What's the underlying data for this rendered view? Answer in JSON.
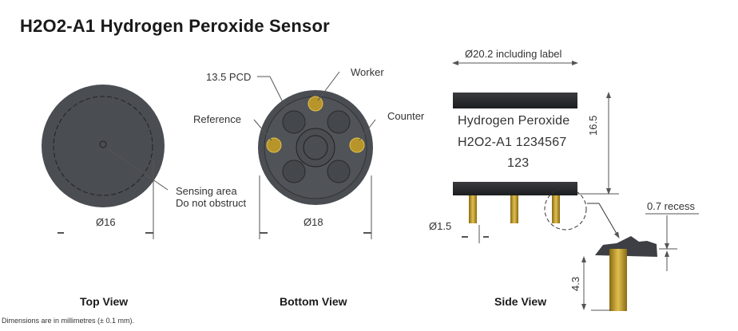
{
  "title": "H2O2-A1 Hydrogen Peroxide Sensor",
  "views": {
    "top": {
      "label": "Top View",
      "diameter": "Ø16",
      "annotation_line1": "Sensing area",
      "annotation_line2": "Do not obstruct"
    },
    "bottom": {
      "label": "Bottom View",
      "diameter": "Ø18",
      "pcd": "13.5 PCD",
      "pins": {
        "worker": "Worker",
        "reference": "Reference",
        "counter": "Counter"
      }
    },
    "side": {
      "label": "Side View",
      "width_dim": "Ø20.2 including label",
      "height_dim": "16.5",
      "pin_dia": "Ø1.5",
      "recess": "0.7 recess",
      "pin_length": "4.3",
      "sensor_label": {
        "line1": "Hydrogen Peroxide",
        "line2": "H2O2-A1 1234567",
        "line3": "123"
      }
    }
  },
  "footnote": "Dimensions are in millimetres (± 0.1 mm).",
  "colors": {
    "body": "#4a4d52",
    "body_dark": "#2b2c2f",
    "pin_gold": "#c9a227",
    "dim_line": "#555555"
  }
}
